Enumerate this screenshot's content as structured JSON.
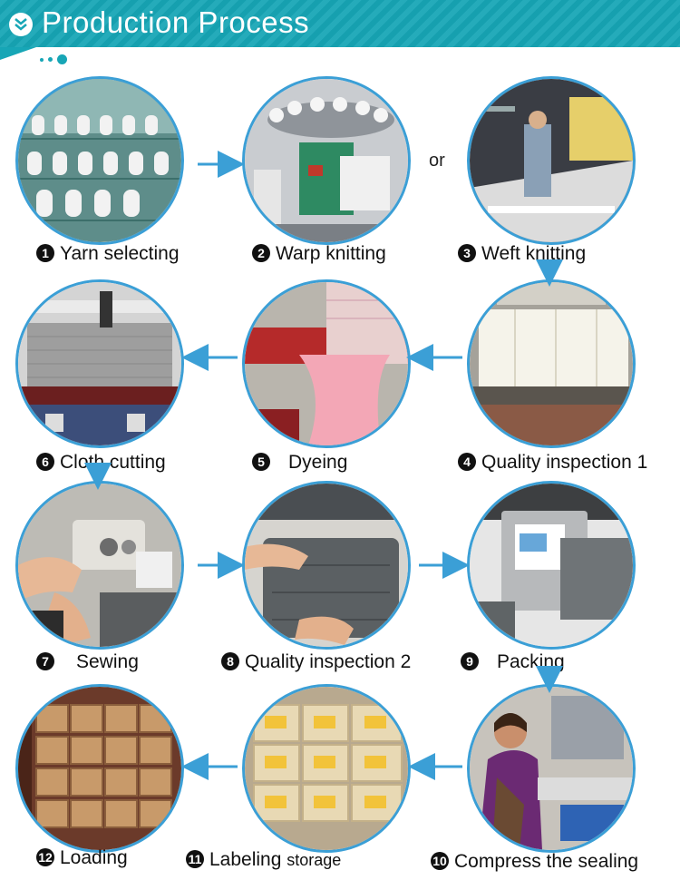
{
  "header": {
    "title": "Production Process",
    "badge_icon": "chevron-down-icon",
    "accent": "#17a6b6"
  },
  "or_text": "or",
  "arrow_color": "#3b9fd6",
  "steps": [
    {
      "num": "1",
      "label": "Yarn selecting"
    },
    {
      "num": "2",
      "label": "Warp knitting"
    },
    {
      "num": "3",
      "label": "Weft knitting"
    },
    {
      "num": "4",
      "label": "Quality inspection 1"
    },
    {
      "num": "5",
      "label": "Dyeing"
    },
    {
      "num": "6",
      "label": "Cloth cutting"
    },
    {
      "num": "7",
      "label": "Sewing"
    },
    {
      "num": "8",
      "label": "Quality inspection 2"
    },
    {
      "num": "9",
      "label": "Packing"
    },
    {
      "num": "10",
      "label": "Compress the sealing"
    },
    {
      "num": "11",
      "label": "Labeling",
      "extra": "storage"
    },
    {
      "num": "12",
      "label": "Loading"
    }
  ]
}
